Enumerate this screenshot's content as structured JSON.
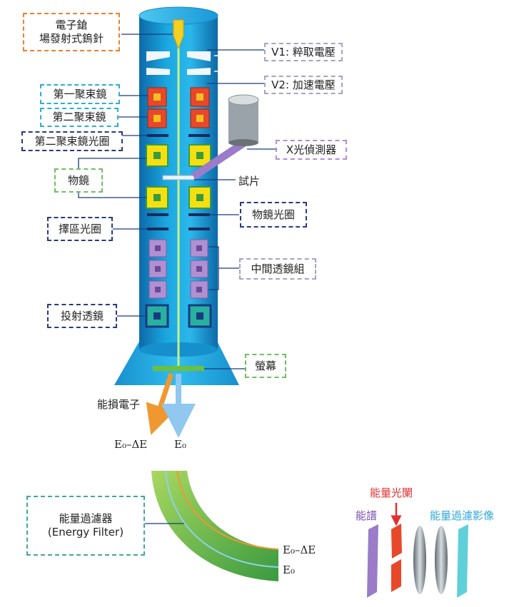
{
  "labels": {
    "gun_line1": "電子鎗",
    "gun_line2": "場發射式鎢針",
    "v1": "V1: 粹取電壓",
    "v2": "V2: 加速電壓",
    "cond1": "第一聚束鏡",
    "cond2": "第二聚束鏡",
    "cond2_aperture": "第二聚束鏡光圈",
    "objective": "物鏡",
    "xray_detector": "X光偵測器",
    "specimen": "試片",
    "objective_aperture": "物鏡光圈",
    "selected_area_aperture": "擇區光圈",
    "intermediate_lenses": "中間透鏡組",
    "projector": "投射透鏡",
    "screen": "螢幕",
    "energy_loss_electrons": "能損電子",
    "e0_minus_de": "E₀–ΔE",
    "e0": "E₀",
    "filter_line1": "能量過濾器",
    "filter_line2": "(Energy Filter)",
    "filter_e0_minus_de": "E₀–ΔE",
    "filter_e0": "E₀",
    "energy_slit": "能量光闌",
    "energy_spectrum": "能譜",
    "energy_filtered_image": "能量過濾影像"
  },
  "colors": {
    "column": "#1aa3dc",
    "column_dark": "#0e6fa8",
    "beam": "#c8f08a",
    "lens_red": "#e8482a",
    "lens_yellow": "#f4e010",
    "lens_purple": "#b090d0",
    "lens_teal": "#28b0a0",
    "energy_loss_arrow": "#f09830",
    "e0_arrow": "#90c8f0",
    "slit_label": "#e03030",
    "spectrum_label": "#7a50b0",
    "filtered_label": "#30a8d8"
  }
}
